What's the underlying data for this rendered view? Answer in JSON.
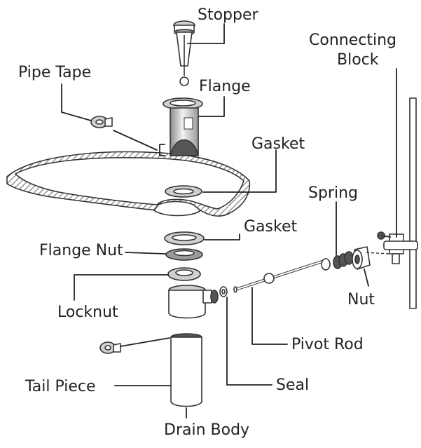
{
  "diagram": {
    "labels": {
      "stopper": "Stopper",
      "connecting_block_1": "Connecting",
      "connecting_block_2": "Block",
      "pipe_tape": "Pipe Tape",
      "flange": "Flange",
      "gasket_top": "Gasket",
      "spring": "Spring",
      "gasket_lower": "Gasket",
      "flange_nut": "Flange Nut",
      "locknut": "Locknut",
      "nut": "Nut",
      "pivot_rod": "Pivot Rod",
      "seal": "Seal",
      "tail_piece": "Tail Piece",
      "drain_body": "Drain Body"
    }
  }
}
